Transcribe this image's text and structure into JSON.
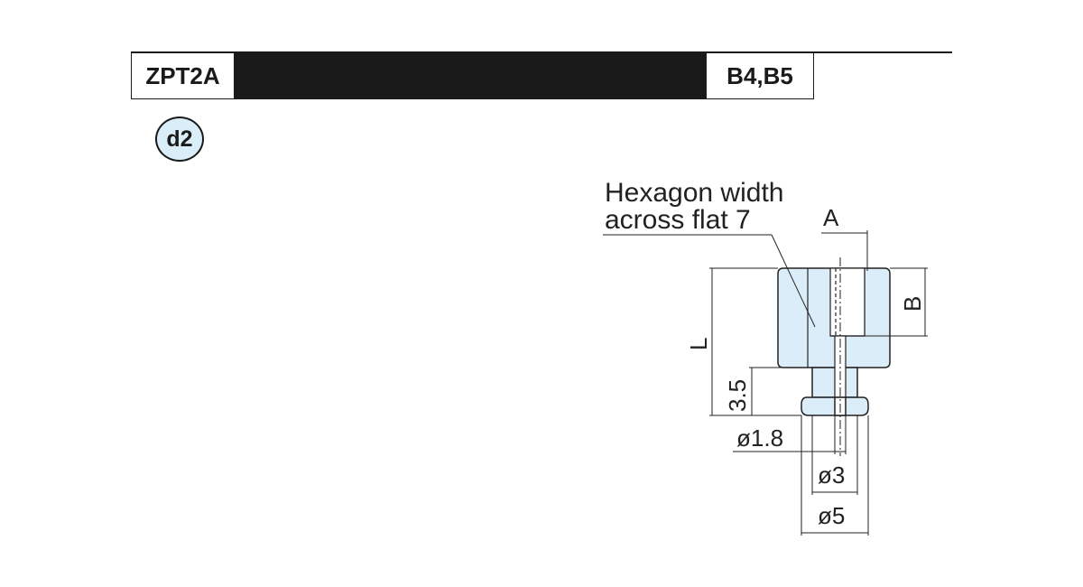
{
  "header": {
    "model_code": "ZPT2A",
    "sizes": "B4,B5"
  },
  "type_badge": "d2",
  "drawing": {
    "callout_line1": "Hexagon width",
    "callout_line2": "across flat 7",
    "dim_A": "A",
    "dim_B": "B",
    "dim_L": "L",
    "dim_35": "3.5",
    "dim_d18": "ø1.8",
    "dim_d3": "ø3",
    "dim_d5": "ø5"
  },
  "colors": {
    "part_fill": "#dbedf8",
    "badge_fill": "#d9eef9",
    "ink": "#1a1a1a"
  }
}
